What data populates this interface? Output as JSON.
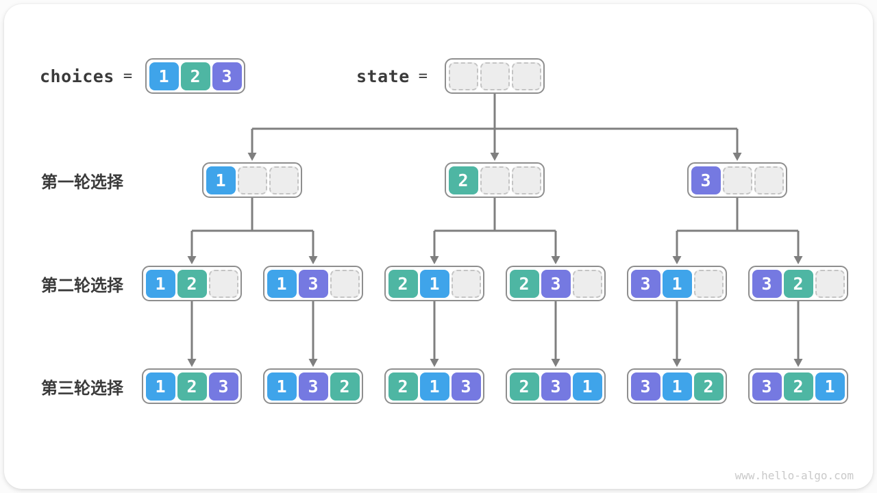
{
  "page": {
    "watermark": "www.hello-algo.com"
  },
  "colors": {
    "choice1": "#3fa4ea",
    "choice2": "#4eb6a3",
    "choice3": "#7579e1",
    "empty_fill": "#ededed",
    "empty_border": "#c4c4c4",
    "box_border": "#8e8e8e",
    "arrow": "#7f7f7f",
    "text_dark": "#3a3a3a"
  },
  "header": {
    "choices_label": "choices",
    "choices_equals": "=",
    "choices_values": [
      1,
      2,
      3
    ],
    "state_label": "state",
    "state_equals": "=",
    "state_values": [
      null,
      null,
      null
    ]
  },
  "rows": [
    {
      "label": "第一轮选择",
      "nodes": [
        [
          1,
          null,
          null
        ],
        [
          2,
          null,
          null
        ],
        [
          3,
          null,
          null
        ]
      ]
    },
    {
      "label": "第二轮选择",
      "nodes": [
        [
          1,
          2,
          null
        ],
        [
          1,
          3,
          null
        ],
        [
          2,
          1,
          null
        ],
        [
          2,
          3,
          null
        ],
        [
          3,
          1,
          null
        ],
        [
          3,
          2,
          null
        ]
      ]
    },
    {
      "label": "第三轮选择",
      "nodes": [
        [
          1,
          2,
          3
        ],
        [
          1,
          3,
          2
        ],
        [
          2,
          1,
          3
        ],
        [
          2,
          3,
          1
        ],
        [
          3,
          1,
          2
        ],
        [
          3,
          2,
          1
        ]
      ]
    }
  ]
}
